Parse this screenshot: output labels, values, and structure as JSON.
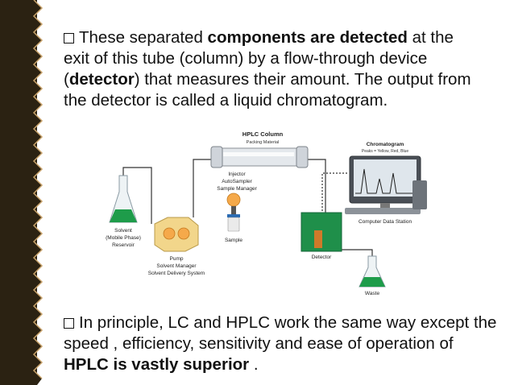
{
  "slide": {
    "paragraph1": {
      "pre1": "These separated ",
      "bold1": "components are detected",
      "mid1": " at the exit of this tube (column) by a flow-through device (",
      "bold2": "detector",
      "post1": ") that measures their amount. The output from the detector is called a liquid chromatogram."
    },
    "paragraph2": {
      "pre": "In principle, LC and HPLC work the same way except the speed , efficiency, sensitivity and ease of operation of ",
      "bold": "HPLC is vastly superior",
      "post": " ."
    },
    "diagram": {
      "column_title": "HPLC Column",
      "column_sub": "Packing Material",
      "injector_l1": "Injector",
      "injector_l2": "AutoSampler",
      "injector_l3": "Sample Manager",
      "solvent_l1": "Solvent",
      "solvent_l2": "(Mobile Phase)",
      "solvent_l3": "Reservoir",
      "pump_l1": "Pump",
      "pump_l2": "Solvent Manager",
      "pump_l3": "Solvent Delivery System",
      "sample": "Sample",
      "detector": "Detector",
      "waste": "Waste",
      "chrom_title": "Chromatogram",
      "chrom_sub": "Peaks = Yellow, Red, Blue",
      "computer": "Computer Data Station"
    },
    "colors": {
      "side_band": "#2b2212",
      "zigzag": "#c8a36b",
      "liquid_green": "#1e9c4a",
      "detector_green": "#1f8f4a",
      "pump_yellow": "#f2d68b",
      "injector_orange": "#f5a94a"
    }
  }
}
